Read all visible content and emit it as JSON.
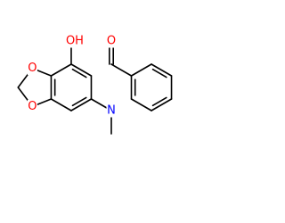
{
  "diagram": {
    "type": "chemical-structure",
    "atom_labels": {
      "oh": "OH",
      "carbonyl_o": "O",
      "dioxole_o_top": "O",
      "dioxole_o_bottom": "O",
      "n": "N"
    },
    "colors": {
      "bond": "#000000",
      "oxygen": "#ff0000",
      "nitrogen": "#0000ff"
    }
  }
}
